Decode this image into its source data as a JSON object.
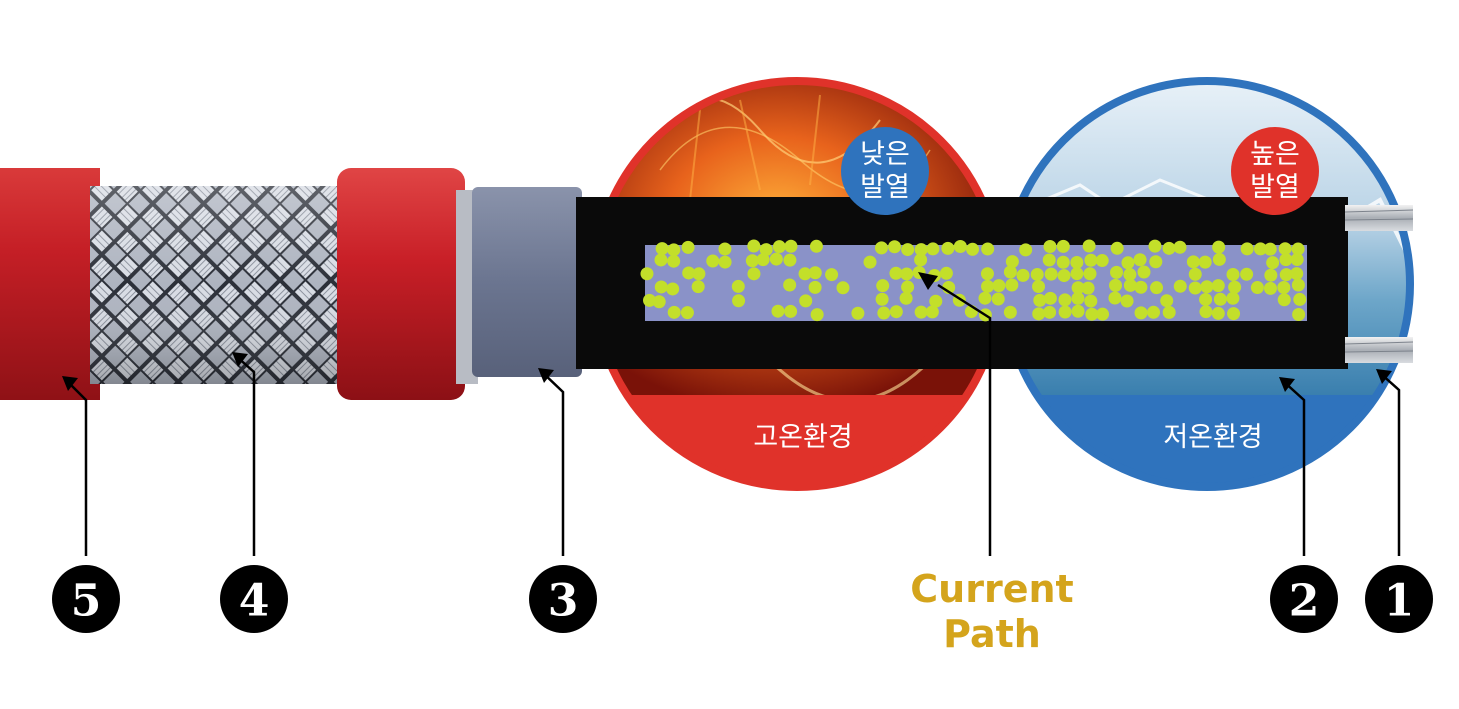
{
  "colors": {
    "jacket_red": "#c51f26",
    "jacket_red_dark": "#9d1419",
    "braid_silver": "#c8ccd4",
    "inner_blue_grey": "#6b7590",
    "core_black": "#0a0a0a",
    "matrix_blue": "#8a92c8",
    "matrix_yellow": "#c3df2a",
    "hot_red": "#e0322a",
    "cold_blue": "#2f73bd",
    "current_gold": "#d4a41c"
  },
  "callouts": [
    {
      "id": "5",
      "label": "5"
    },
    {
      "id": "4",
      "label": "4"
    },
    {
      "id": "3",
      "label": "3"
    },
    {
      "id": "2",
      "label": "2"
    },
    {
      "id": "1",
      "label": "1"
    }
  ],
  "hot_zone": {
    "badge_line1": "낮은",
    "badge_line2": "발열",
    "env_label": "고온환경"
  },
  "cold_zone": {
    "badge_line1": "높은",
    "badge_line2": "발열",
    "env_label": "저온환경"
  },
  "current_path": {
    "line1": "Current",
    "line2": "Path"
  }
}
